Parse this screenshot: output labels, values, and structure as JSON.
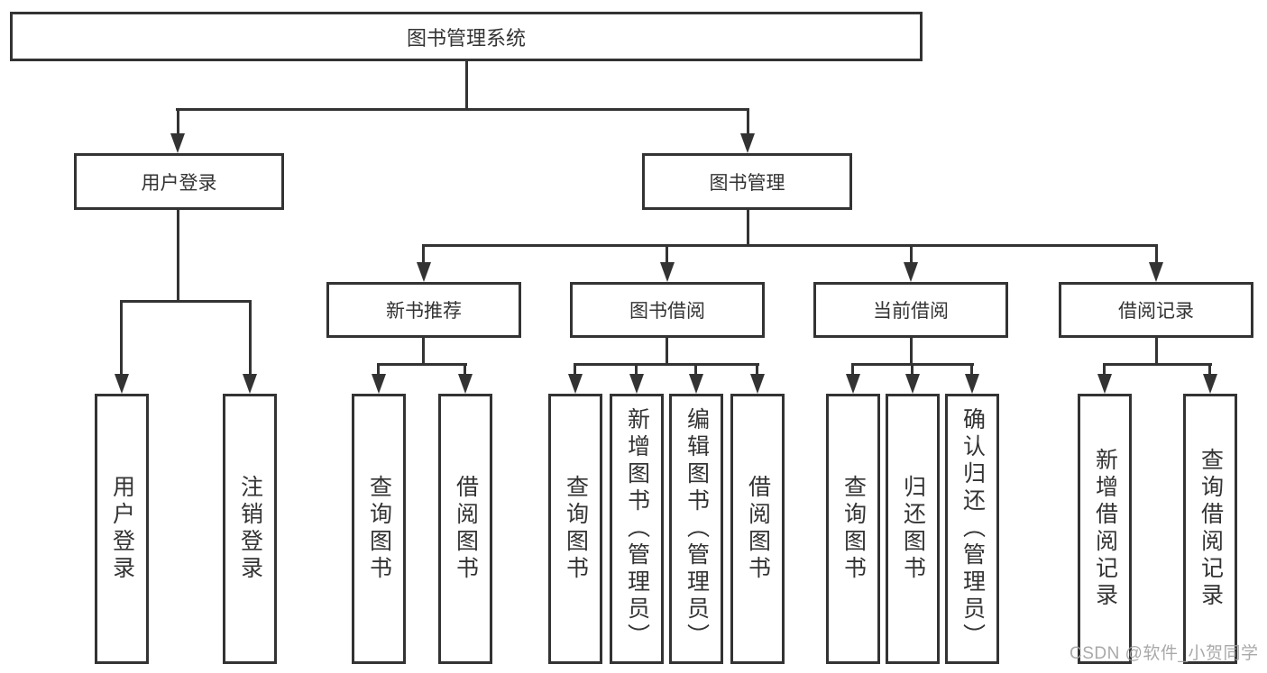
{
  "diagram_title": "图书管理系统",
  "colors": {
    "line": "#333333",
    "text": "#333333",
    "box_background": "#ffffff",
    "page_background": "#ffffff",
    "watermark": "#a0a0a0"
  },
  "tree": {
    "label": "图书管理系统",
    "children": [
      {
        "label": "用户登录",
        "children": [
          {
            "label": "用户登录"
          },
          {
            "label": "注销登录"
          }
        ]
      },
      {
        "label": "图书管理",
        "children": [
          {
            "label": "新书推荐",
            "children": [
              {
                "label": "查询图书"
              },
              {
                "label": "借阅图书"
              }
            ]
          },
          {
            "label": "图书借阅",
            "children": [
              {
                "label": "查询图书"
              },
              {
                "label": "新增图书（管理员）"
              },
              {
                "label": "编辑图书（管理员）"
              },
              {
                "label": "借阅图书"
              }
            ]
          },
          {
            "label": "当前借阅",
            "children": [
              {
                "label": "查询图书"
              },
              {
                "label": "归还图书"
              },
              {
                "label": "确认归还（管理员）"
              }
            ]
          },
          {
            "label": "借阅记录",
            "children": [
              {
                "label": "新增借阅记录"
              },
              {
                "label": "查询借阅记录"
              }
            ]
          }
        ]
      }
    ]
  },
  "watermark": {
    "text": "CSDN @软件_小贺同学"
  }
}
